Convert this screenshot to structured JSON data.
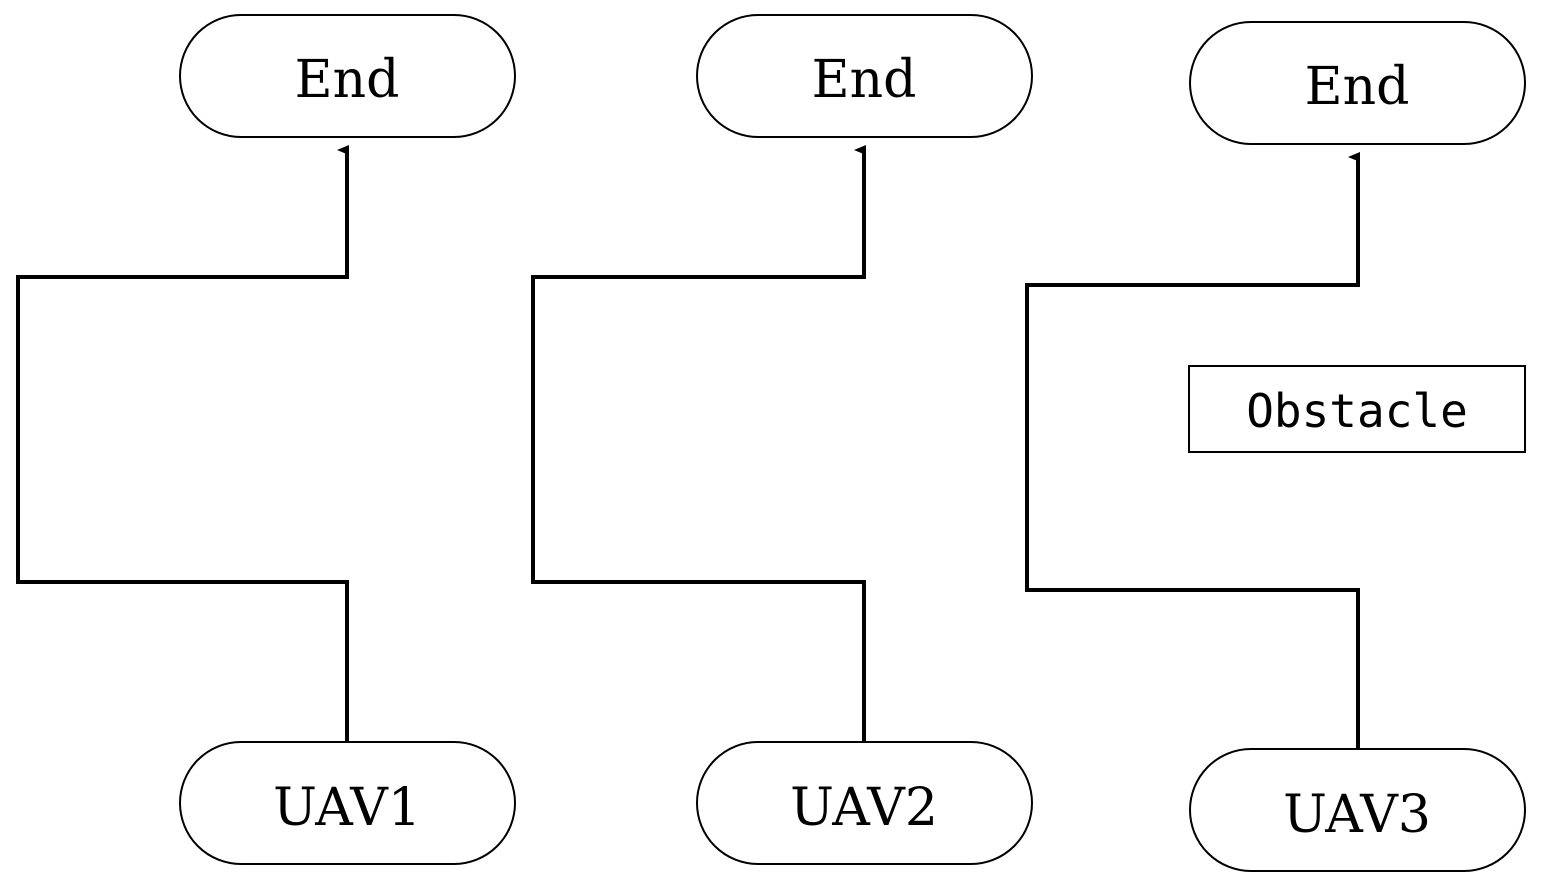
{
  "colors": {
    "stroke": "#000000",
    "background": "#ffffff"
  },
  "uav1": {
    "start_label": "UAV1",
    "end_label": "End"
  },
  "uav2": {
    "start_label": "UAV2",
    "end_label": "End"
  },
  "uav3": {
    "start_label": "UAV3",
    "end_label": "End"
  },
  "obstacle": {
    "label": "Obstacle"
  }
}
